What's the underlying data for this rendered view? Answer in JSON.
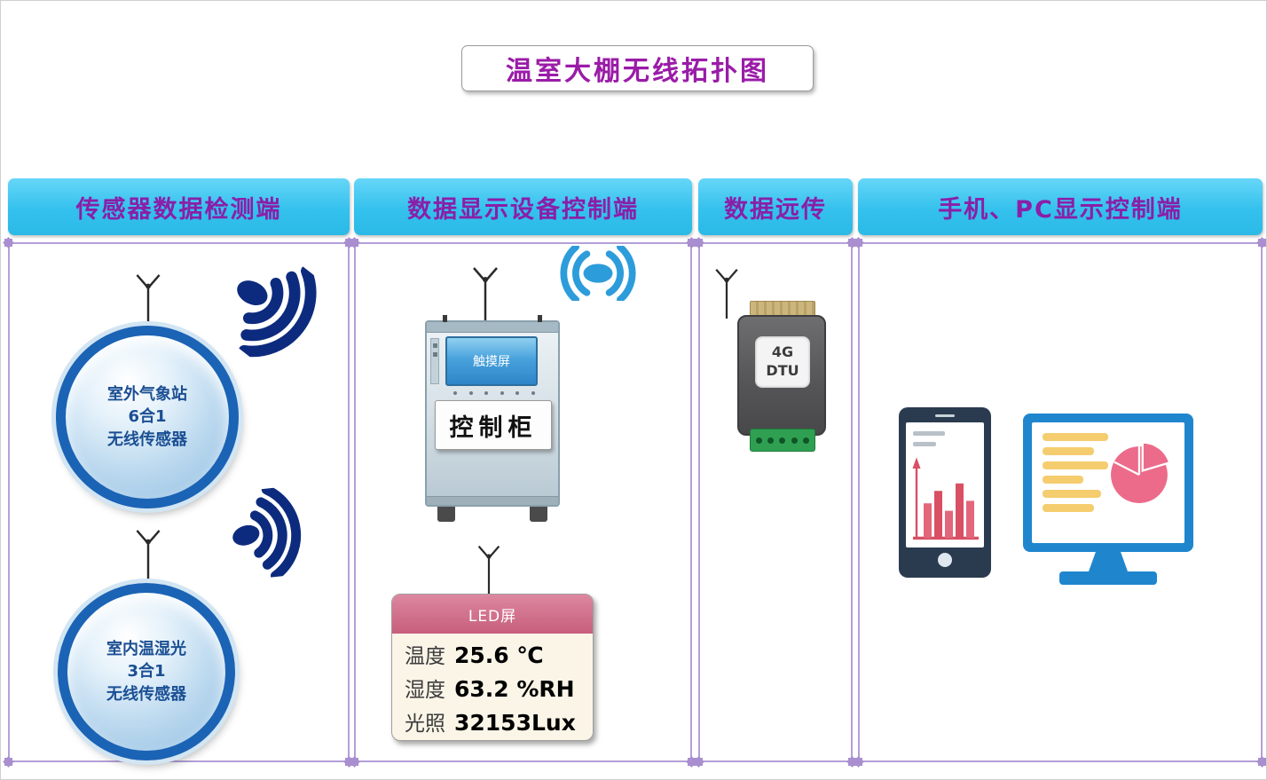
{
  "title": "温室大棚无线拓扑图",
  "columns": [
    {
      "header": "传感器数据检测端"
    },
    {
      "header": "数据显示设备控制端"
    },
    {
      "header": "数据远传"
    },
    {
      "header": "手机、PC显示控制端"
    }
  ],
  "devices": {
    "outdoor_sensor": {
      "lines": [
        "室外气象站",
        "6合1",
        "无线传感器"
      ]
    },
    "indoor_sensor": {
      "lines": [
        "室内温湿光",
        "3合1",
        "无线传感器"
      ]
    },
    "cabinet": {
      "screen_label": "触摸屏",
      "label": "控制柜"
    },
    "dtu": {
      "lines": [
        "4G",
        "DTU"
      ]
    },
    "led_panel": {
      "title": "LED屏",
      "readings": [
        {
          "name": "温度",
          "value": "25.6 ℃"
        },
        {
          "name": "湿度",
          "value": "63.2 %RH"
        },
        {
          "name": "光照",
          "value": "32153Lux"
        }
      ]
    }
  },
  "colors": {
    "header_bg": "#34c1ed",
    "header_text": "#8a1fa8",
    "title_text": "#9a1ca8",
    "frame_border": "#b3a0d8",
    "signal_dark_blue": "#0d2b7e",
    "signal_light_blue": "#2d9cdb",
    "sensor_ring": "#1b63b5",
    "led_header_pink": "#c75f7c",
    "led_body_cream": "#fbf5e8",
    "dtu_body_gray": "#565658",
    "dtu_terminal_green": "#2fa052",
    "pie_pink": "#ec6b8a",
    "monitor_blue": "#1f86ce",
    "list_yellow": "#f5cd6f",
    "phone_dark": "#2b3b4f"
  }
}
